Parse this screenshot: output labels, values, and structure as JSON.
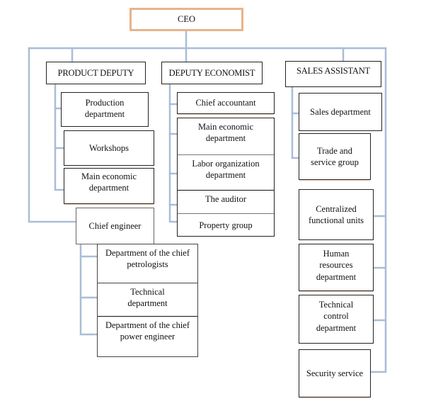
{
  "chart_title": "",
  "ceo": {
    "label": "CEO"
  },
  "deputies": [
    {
      "label": "PRODUCT DEPUTY"
    },
    {
      "label": "DEPUTY ECONOMIST"
    },
    {
      "label": "SALES ASSISTANT"
    }
  ],
  "product_deputy_units": [
    {
      "label": "Production department"
    },
    {
      "label": "Workshops"
    },
    {
      "label": "Main economic department"
    }
  ],
  "chief_engineer": {
    "label": "Chief engineer",
    "units": [
      {
        "label": "Department of the chief petrologists"
      },
      {
        "label": "Technical department"
      },
      {
        "label": "Department of the chief power engineer"
      }
    ]
  },
  "economist_units": {
    "chief_accountant": {
      "label": "Chief accountant"
    },
    "stack": [
      {
        "label": "Main economic department"
      },
      {
        "label": "Labor organization department"
      },
      {
        "label": "The auditor"
      },
      {
        "label": "Property group"
      }
    ]
  },
  "sales_units": [
    {
      "label": "Sales department"
    },
    {
      "label": "Trade and service group"
    }
  ],
  "ceo_direct_units": [
    {
      "label": "Centralized functional units"
    },
    {
      "label": "Human resources department"
    },
    {
      "label": "Technical control department"
    },
    {
      "label": "Security service"
    }
  ],
  "colors": {
    "connector": "#a9bdd6",
    "ceo_border": "#e9b38a",
    "box_border": "#222222"
  }
}
